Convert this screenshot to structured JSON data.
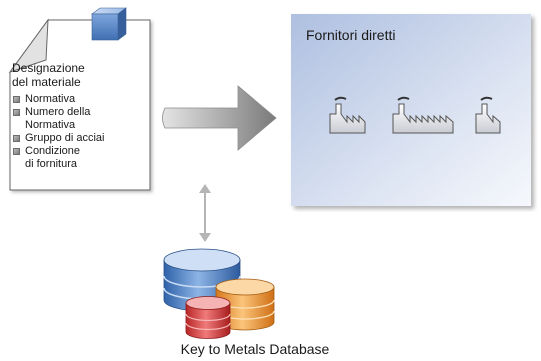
{
  "document": {
    "heading": "Designazione\ndel materiale",
    "items": [
      {
        "label": "Normativa"
      },
      {
        "label": "Numero della\nNormativa"
      },
      {
        "label": "Gruppo di acciai"
      },
      {
        "label": "Condizione\ndi fornitura"
      }
    ]
  },
  "panel": {
    "title": "Fornitori diretti",
    "factory_icon_count": 3
  },
  "database": {
    "label": "Key to Metals Database"
  },
  "colors": {
    "panel_left": "#b7c8e6",
    "panel_right": "#f4f6fb",
    "arrow": "#8c8c8c",
    "cube": "#5b86c4",
    "db_blue": "#4d86c9",
    "db_orange": "#f0a040",
    "db_red": "#d23a3a"
  }
}
